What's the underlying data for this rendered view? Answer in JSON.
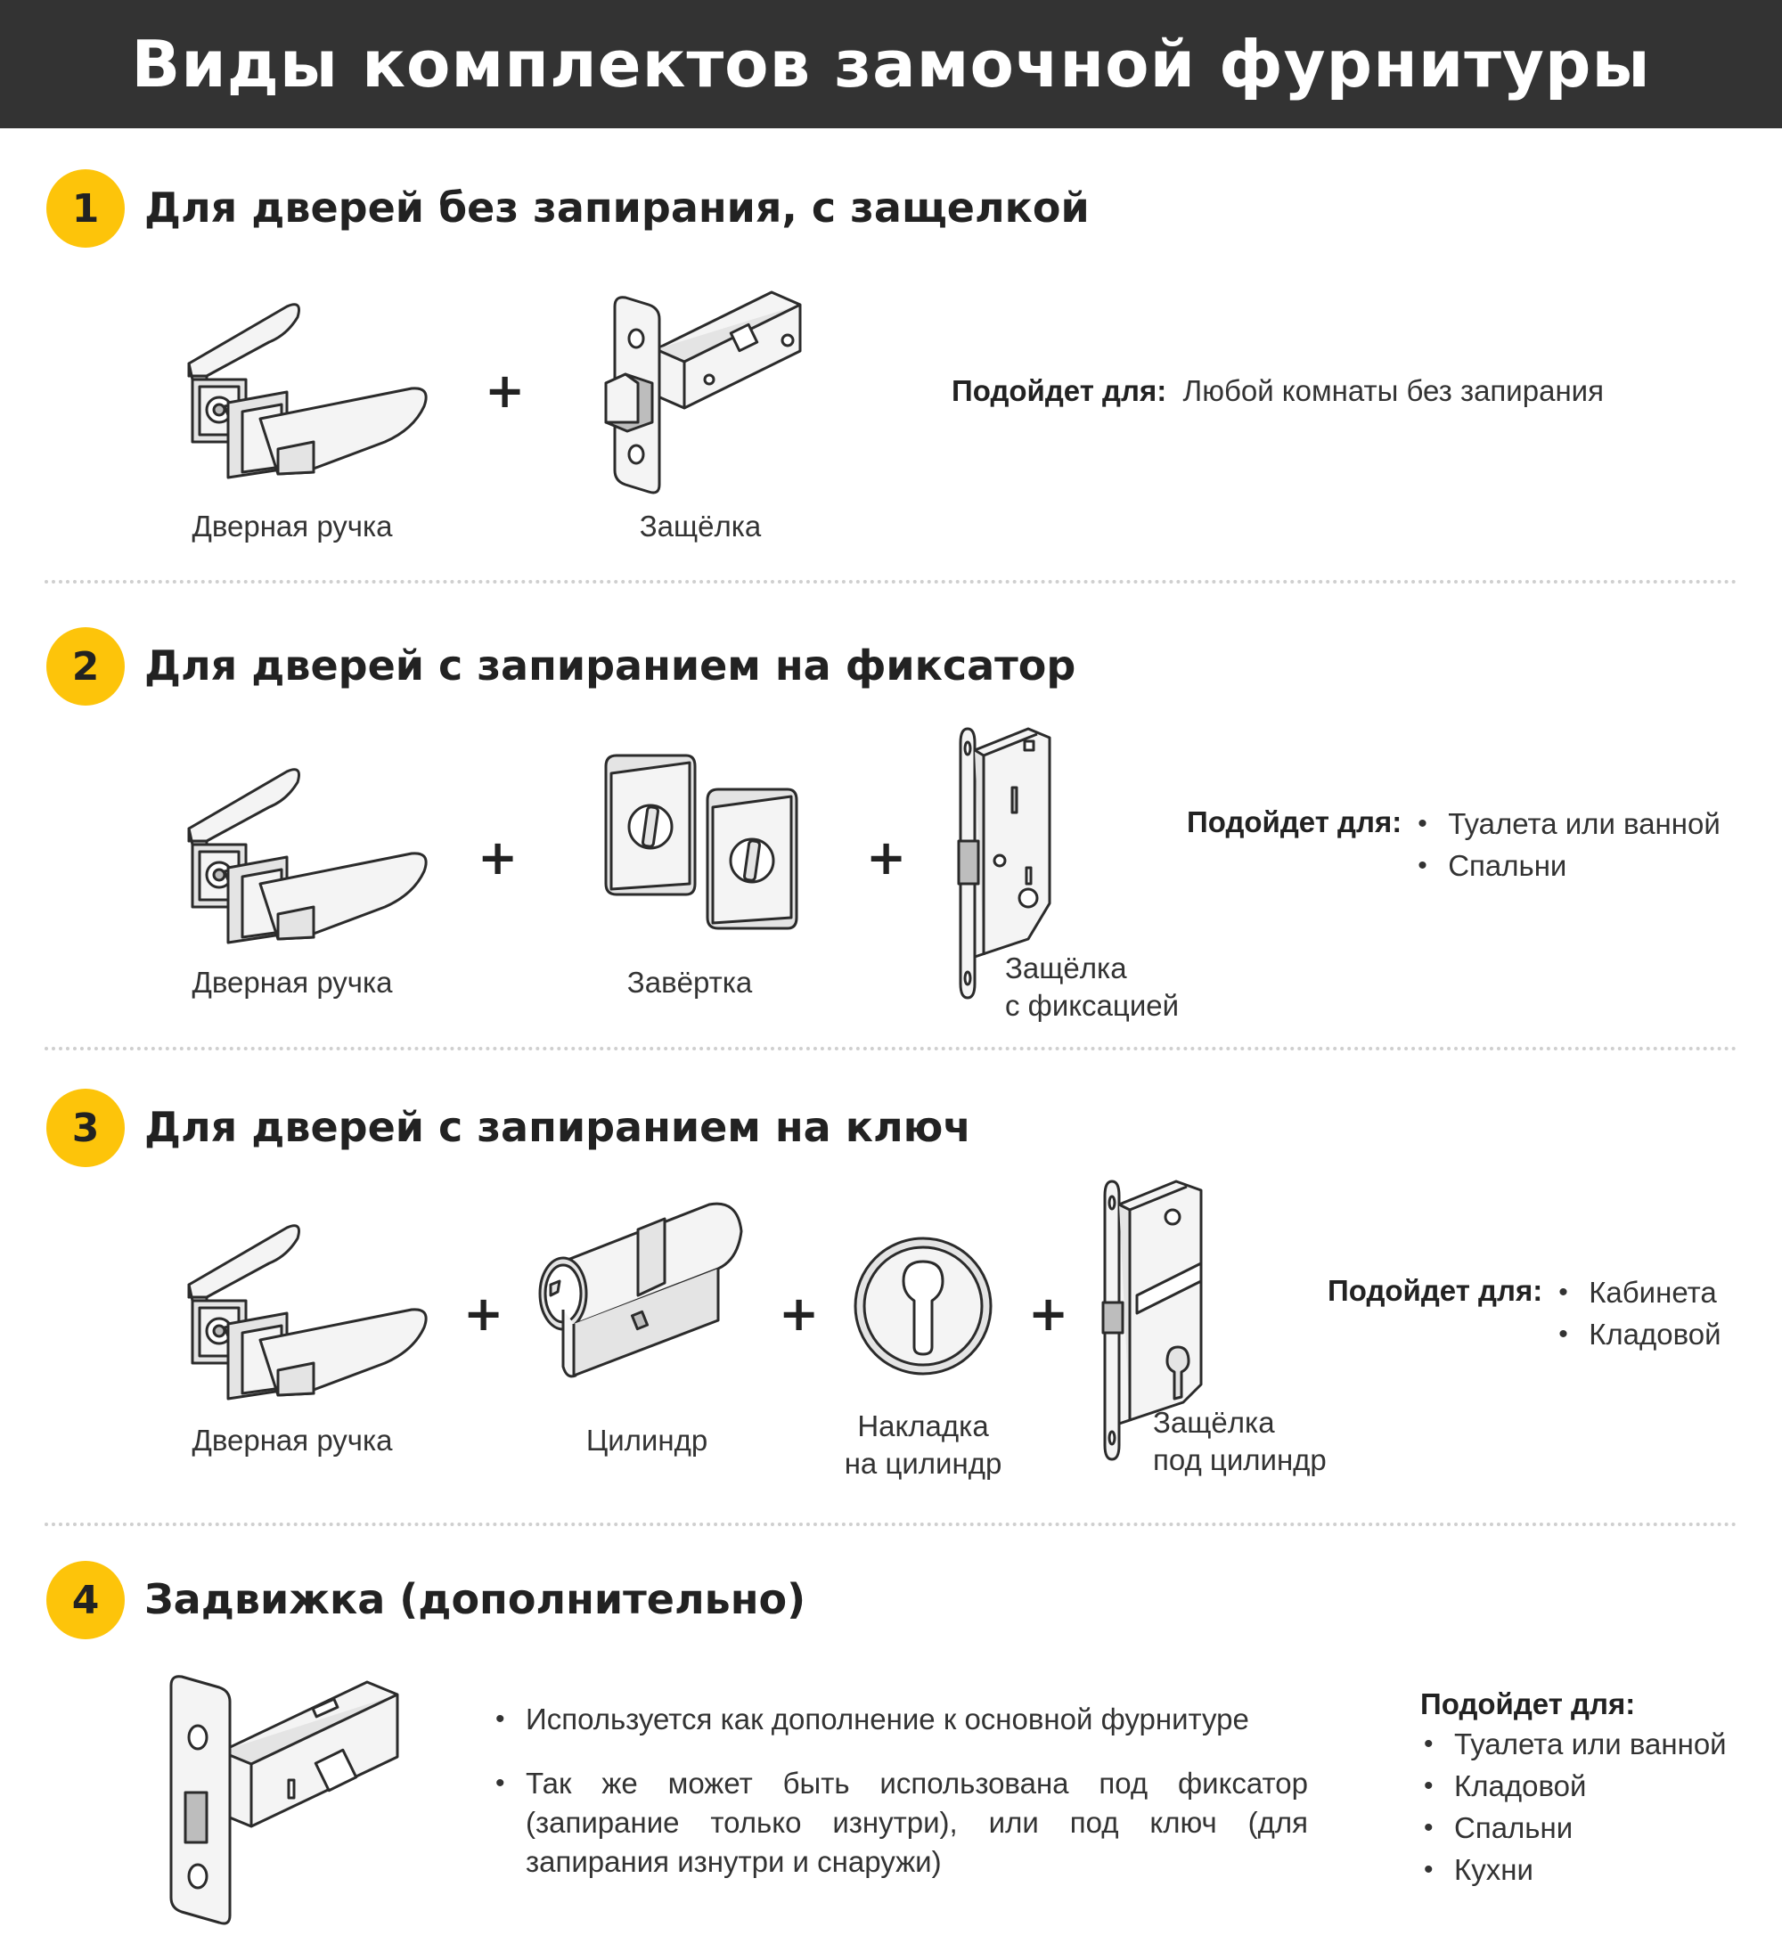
{
  "header": {
    "title": "Виды комплектов замочной фурнитуры"
  },
  "sections": [
    {
      "number": "1",
      "title": "Для дверей без запирания, с защелкой",
      "items": [
        "Дверная ручка",
        "Защёлка"
      ],
      "suits_label": "Подойдет для:",
      "suits_text": "Любой комнаты без запирания"
    },
    {
      "number": "2",
      "title": "Для дверей с запиранием на фиксатор",
      "items": [
        "Дверная ручка",
        "Завёртка",
        "Защёлка",
        "с фиксацией"
      ],
      "suits_label": "Подойдет для:",
      "suits_list": [
        "Туалета или ванной",
        "Спальни"
      ]
    },
    {
      "number": "3",
      "title": "Для дверей с запиранием на ключ",
      "items": [
        "Дверная ручка",
        "Цилиндр",
        "Накладка",
        "на цилиндр",
        "Защёлка",
        "под цилиндр"
      ],
      "suits_label": "Подойдет для:",
      "suits_list": [
        "Кабинета",
        "Кладовой"
      ]
    },
    {
      "number": "4",
      "title": "Задвижка (дополнительно)",
      "notes": [
        "Используется как дополнение к основной фурнитуре",
        "Так же может быть использована под фиксатор (запирание только изнутри), или под ключ (для запирания изнутри и снаружи)"
      ],
      "suits_label": "Подойдет для:",
      "suits_list": [
        "Туалета или ванной",
        "Кладовой",
        "Спальни",
        "Кухни"
      ]
    }
  ],
  "plus_sign": "+",
  "colors": {
    "header_bg": "#333333",
    "badge": "#fdc40a",
    "text": "#222222"
  },
  "icons": [
    "door-handle-icon",
    "latch-icon",
    "thumb-turn-icon",
    "mortise-latch-icon",
    "cylinder-icon",
    "escutcheon-icon",
    "bolt-icon"
  ]
}
